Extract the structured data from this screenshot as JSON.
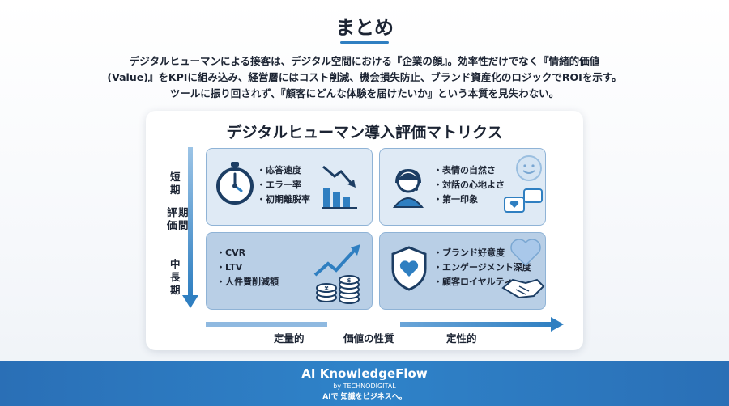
{
  "slide": {
    "title": "まとめ",
    "intro": [
      "デジタルヒューマンによる接客は、デジタル空間における『企業の顔』。効率性だけでなく『情緒的価値",
      "(Value)』をKPIに組み込み、経営層にはコスト削減、機会損失防止、ブランド資産化のロジックでROIを示す。",
      "ツールに振り回されず、『顧客にどんな体験を届けたいか』という本質を見失わない。"
    ]
  },
  "matrix": {
    "title": "デジタルヒューマン導入評価マトリクス",
    "y_axis": {
      "top_label": "短期",
      "mid_label": "評価期間",
      "bottom_label": "中長期"
    },
    "x_axis": {
      "left_label": "定量的",
      "mid_label": "価値の性質",
      "right_label": "定性的"
    },
    "quadrants": {
      "short_quant": {
        "items": [
          "応答速度",
          "エラー率",
          "初期離脱率"
        ],
        "icons": [
          "stopwatch-icon",
          "declining-bar-chart-icon"
        ]
      },
      "short_qual": {
        "items": [
          "表情の自然さ",
          "対話の心地よさ",
          "第一印象"
        ],
        "icons": [
          "avatar-headset-icon",
          "smile-chat-icon"
        ]
      },
      "long_quant": {
        "items": [
          "CVR",
          "LTV",
          "人件費削減額"
        ],
        "icons": [
          "growth-coins-icon"
        ]
      },
      "long_qual": {
        "items": [
          "ブランド好意度",
          "エンゲージメント深度",
          "顧客ロイヤルティ"
        ],
        "icons": [
          "heart-shield-icon",
          "handshake-heart-icon"
        ]
      }
    },
    "colors": {
      "accent": "#2f7fc1",
      "quadrant_light": "#dfeaf5",
      "quadrant_dark": "#b9cfe6"
    }
  },
  "footer": {
    "brand": "AI KnowledgeFlow",
    "by": "by TECHNODIGITAL",
    "tagline": "AIで 知識をビジネスへ。",
    "color": "#2f7fc1"
  }
}
